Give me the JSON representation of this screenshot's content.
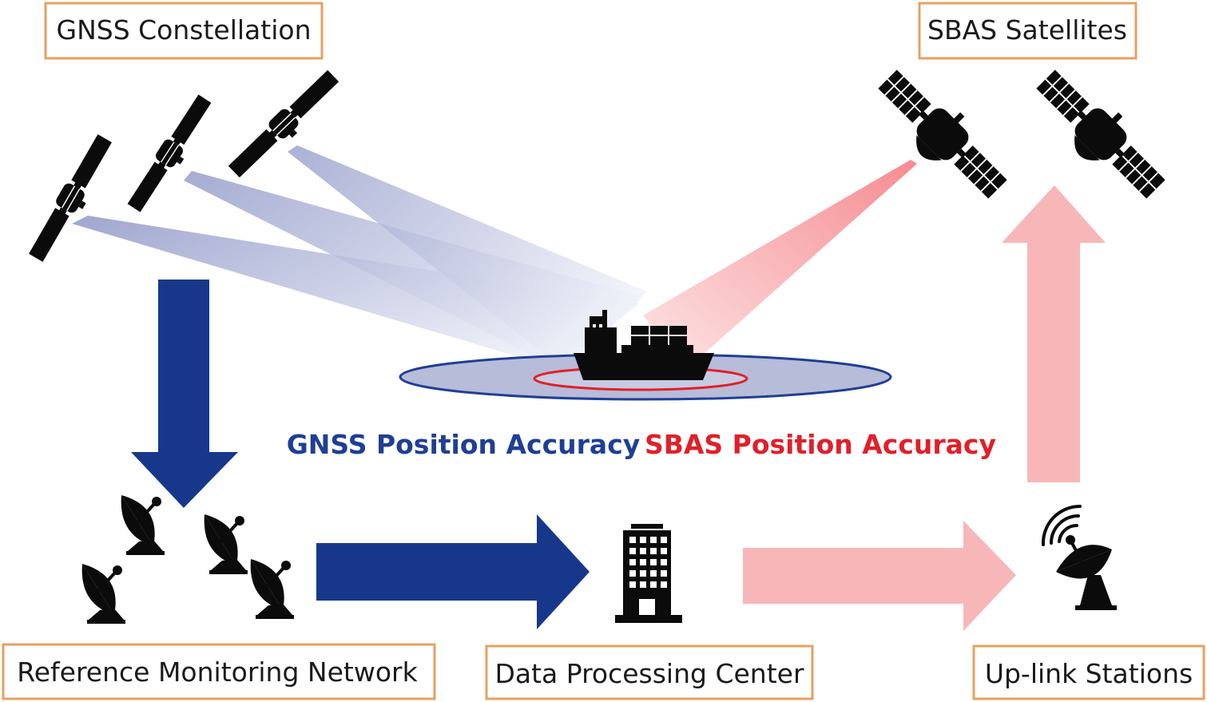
{
  "labels": {
    "gnss_constellation": "GNSS Constellation",
    "sbas_satellites": "SBAS Satellites",
    "reference_network": "Reference Monitoring Network",
    "data_center": "Data Processing Center",
    "uplink_stations": "Up-link Stations",
    "gnss_accuracy": "GNSS Position Accuracy",
    "sbas_accuracy": "SBAS Position Accuracy"
  },
  "colors": {
    "box_border": "#e8a060",
    "gnss_blue": "#17388a",
    "gnss_text": "#1f3f95",
    "sbas_pink": "#f7b7b8",
    "sbas_text": "#e0202a",
    "beam_blue": "#a9b0d4",
    "beam_pink": "#f59a9d"
  },
  "icons": {
    "gnss_satellite": "satellite-icon",
    "sbas_satellite": "satellite-icon",
    "ship": "cargo-ship-icon",
    "antenna": "satellite-dish-icon",
    "building": "office-building-icon"
  }
}
